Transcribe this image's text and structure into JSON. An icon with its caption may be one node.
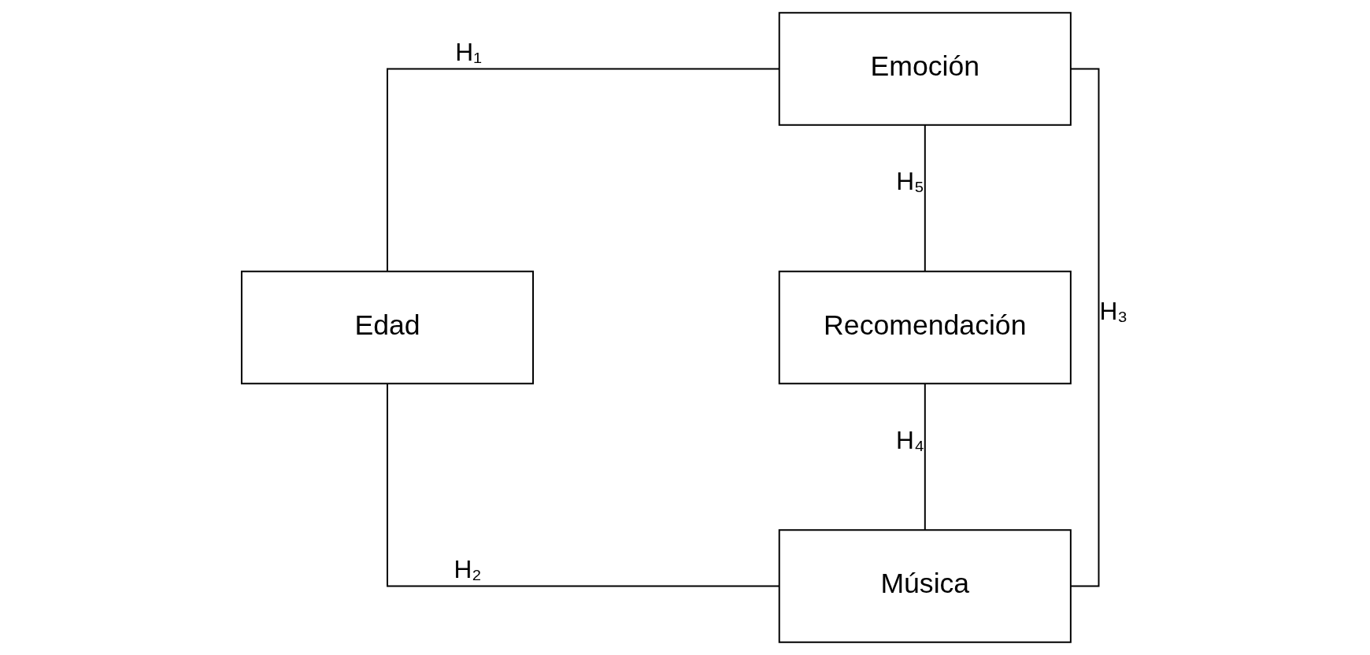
{
  "diagram": {
    "nodes": [
      {
        "text": [
          "Emoción"
        ]
      },
      {
        "text": [
          "Edad"
        ]
      },
      {
        "text": [
          "Recomendación"
        ]
      },
      {
        "text": [
          "Música"
        ]
      }
    ],
    "edges": [
      {
        "from": 0,
        "to": 1,
        "arrow": "none",
        "label": "H₁"
      },
      {
        "from": 1,
        "to": 3,
        "arrow": "none",
        "label": "H₂"
      },
      {
        "from": 0,
        "to": 3,
        "arrow": "none",
        "label": "H₃"
      },
      {
        "from": 2,
        "to": 3,
        "arrow": "none",
        "label": "H₄"
      },
      {
        "from": 0,
        "to": 2,
        "arrow": "none",
        "label": "H₅"
      }
    ]
  }
}
